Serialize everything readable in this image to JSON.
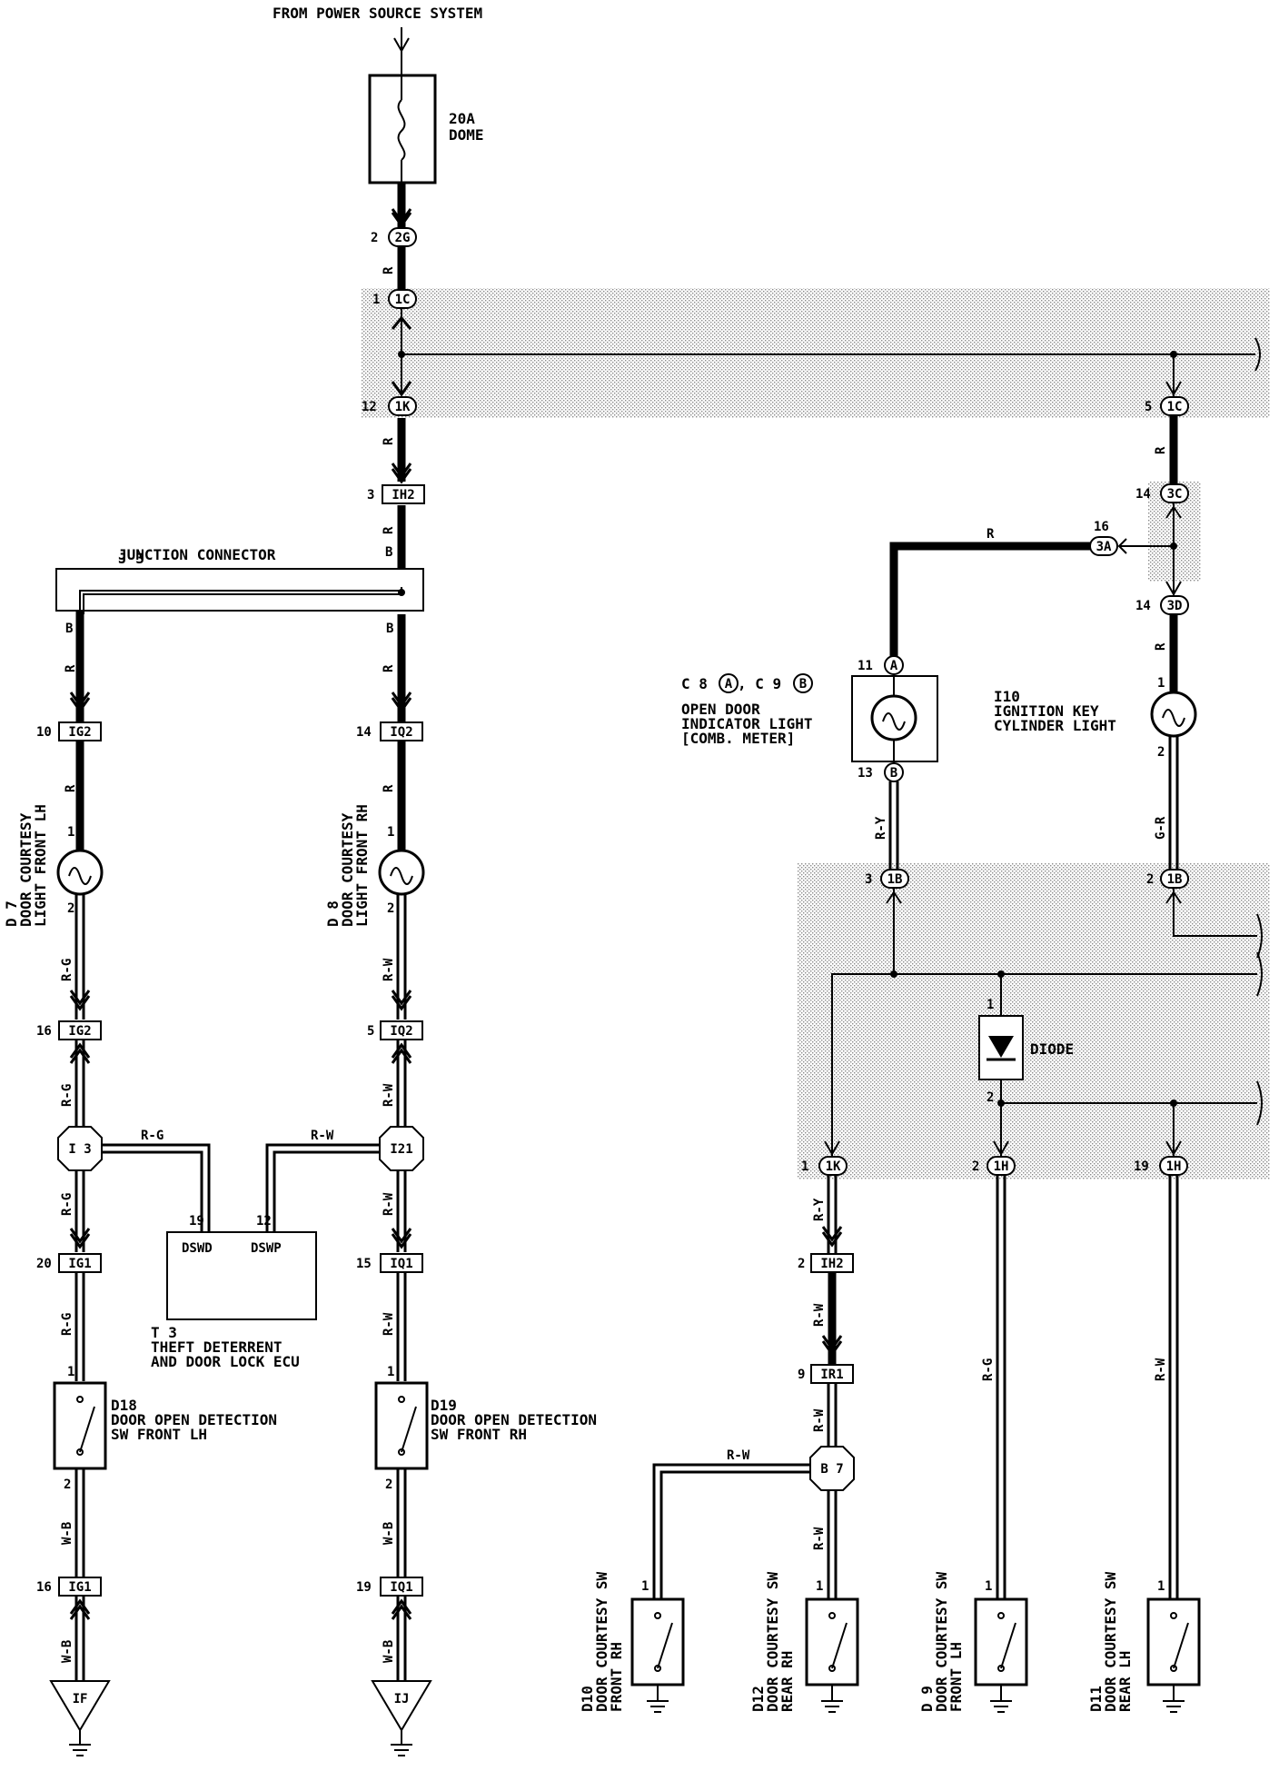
{
  "title": "FROM POWER SOURCE SYSTEM",
  "fuse": {
    "rating": "20A",
    "name": "DOME"
  },
  "jb_connectors": [
    {
      "pin": "2",
      "code": "2G"
    },
    {
      "pin": "1",
      "code": "1C"
    },
    {
      "pin": "12",
      "code": "1K"
    },
    {
      "pin": "5",
      "code": "1C"
    },
    {
      "pin": "14",
      "code": "3C"
    },
    {
      "pin": "16",
      "code": "3A"
    },
    {
      "pin": "14",
      "code": "3D"
    },
    {
      "pin": "3",
      "code": "1B"
    },
    {
      "pin": "2",
      "code": "1B"
    },
    {
      "pin": "1",
      "code": "1K"
    },
    {
      "pin": "2",
      "code": "1H"
    },
    {
      "pin": "19",
      "code": "1H"
    }
  ],
  "box_connectors": [
    {
      "pin": "3",
      "code": "IH2"
    },
    {
      "pin": "10",
      "code": "IG2"
    },
    {
      "pin": "14",
      "code": "IQ2"
    },
    {
      "pin": "16",
      "code": "IG2"
    },
    {
      "pin": "5",
      "code": "IQ2"
    },
    {
      "pin": "20",
      "code": "IG1"
    },
    {
      "pin": "15",
      "code": "IQ1"
    },
    {
      "pin": "16",
      "code": "IG1"
    },
    {
      "pin": "19",
      "code": "IQ1"
    },
    {
      "pin": "2",
      "code": "IH2"
    },
    {
      "pin": "9",
      "code": "IR1"
    }
  ],
  "junction": {
    "id": "J 3",
    "name": "JUNCTION CONNECTOR",
    "pin": "B"
  },
  "components": {
    "d7": {
      "id": "D 7",
      "line1": "DOOR COURTESY",
      "line2": "LIGHT FRONT LH"
    },
    "d8": {
      "id": "D 8",
      "line1": "DOOR COURTESY",
      "line2": "LIGHT FRONT RH"
    },
    "c8c9": {
      "id_a": "C 8",
      "id_b": ", C 9",
      "letter_a": "A",
      "letter_b": "B",
      "line1": "OPEN DOOR",
      "line2": "INDICATOR LIGHT",
      "line3": "[COMB. METER]"
    },
    "i10": {
      "id": "I10",
      "line1": "IGNITION KEY",
      "line2": "CYLINDER LIGHT"
    },
    "diode": {
      "label": "DIODE"
    },
    "t3": {
      "id": "T 3",
      "line1": "THEFT DETERRENT",
      "line2": "AND DOOR LOCK ECU",
      "pin_dswd": "DSWD",
      "pin_dswp": "DSWP"
    },
    "d18": {
      "id": "D18",
      "line1": "DOOR OPEN DETECTION",
      "line2": "SW FRONT LH"
    },
    "d19": {
      "id": "D19",
      "line1": "DOOR OPEN DETECTION",
      "line2": "SW FRONT RH"
    },
    "d10": {
      "id": "D10",
      "line1": "DOOR COURTESY SW",
      "line2": "FRONT RH"
    },
    "d12": {
      "id": "D12",
      "line1": "DOOR COURTESY SW",
      "line2": "REAR RH"
    },
    "d9": {
      "id": "D 9",
      "line1": "DOOR COURTESY SW",
      "line2": "FRONT LH"
    },
    "d11": {
      "id": "D11",
      "line1": "DOOR COURTESY SW",
      "line2": "REAR LH"
    }
  },
  "splices": {
    "i3": "I 3",
    "i21": "I21",
    "b7": "B 7"
  },
  "grounds": {
    "if": "IF",
    "ij": "IJ"
  },
  "wire_colors": {
    "r": "R",
    "b": "B",
    "rg": "R-G",
    "rw": "R-W",
    "ry": "R-Y",
    "gr": "G-R",
    "wb": "W-B"
  },
  "pin_numbers": [
    "1",
    "2",
    "11",
    "12",
    "13",
    "19"
  ]
}
